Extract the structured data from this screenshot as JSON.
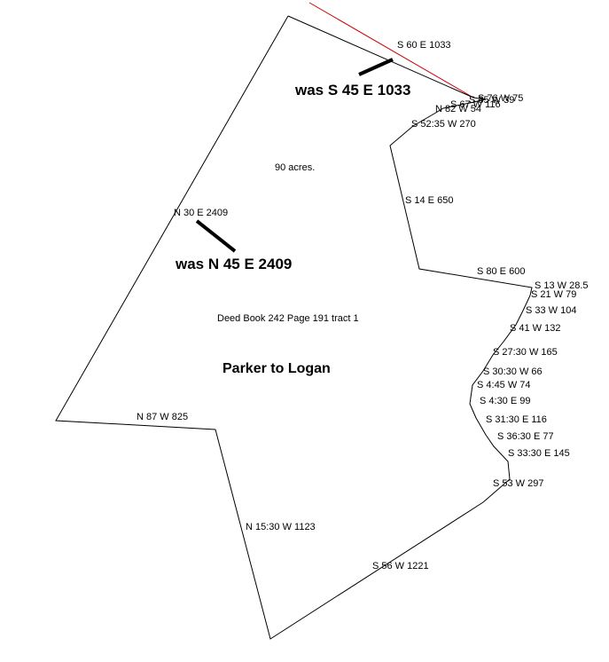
{
  "colors": {
    "boundary": "#000000",
    "adjoiner": "#cc0000",
    "background": "#ffffff"
  },
  "labels": {
    "acreage": "90 acres.",
    "deed": "Deed Book 242 Page 191 tract 1",
    "title": "Parker to Logan"
  },
  "corrections": {
    "north_line": "was S 45 E 1033",
    "west_line": "was N 45 E 2409"
  },
  "calls": {
    "c1": "S 60 E 1033",
    "c2": "S 76 W 75",
    "c3": "S 85 W 39",
    "c4": "S 67 W 116",
    "c5": "N 82 W 54",
    "c6": "S 52:35 W 270",
    "c7": "S 14 E 650",
    "c8": "S 80 E 600",
    "c9": "S 13 W 28.5",
    "c10": "S 21 W 79",
    "c11": "S 33 W 104",
    "c12": "S 41 W 132",
    "c13": "S 27:30 W 165",
    "c14": "S 30:30 W 66",
    "c15": "S 4:45 W 74",
    "c16": "S 4:30 E 99",
    "c17": "S 31:30 E 116",
    "c18": "S 36:30 E 77",
    "c19": "S 33:30 E 145",
    "c20": "S 53 W 297",
    "c21": "S 56 W 1221",
    "c22": "N 15:30 W 1123",
    "c23": "N 87 W 825",
    "c24": "N 30 E 2409"
  }
}
